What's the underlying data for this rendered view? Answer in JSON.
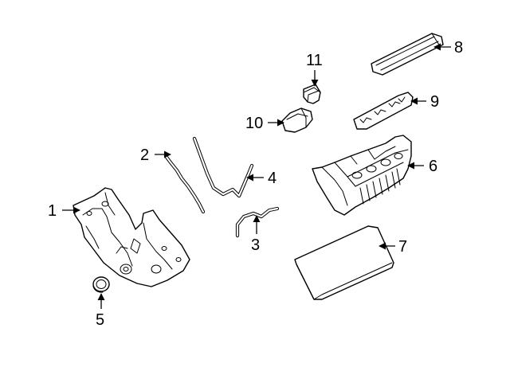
{
  "diagram": {
    "callouts": [
      {
        "id": "1",
        "label": "1"
      },
      {
        "id": "2",
        "label": "2"
      },
      {
        "id": "3",
        "label": "3"
      },
      {
        "id": "4",
        "label": "4"
      },
      {
        "id": "5",
        "label": "5"
      },
      {
        "id": "6",
        "label": "6"
      },
      {
        "id": "7",
        "label": "7"
      },
      {
        "id": "8",
        "label": "8"
      },
      {
        "id": "9",
        "label": "9"
      },
      {
        "id": "10",
        "label": "10"
      },
      {
        "id": "11",
        "label": "11"
      }
    ],
    "colors": {
      "line": "#000000",
      "background": "#ffffff"
    }
  }
}
